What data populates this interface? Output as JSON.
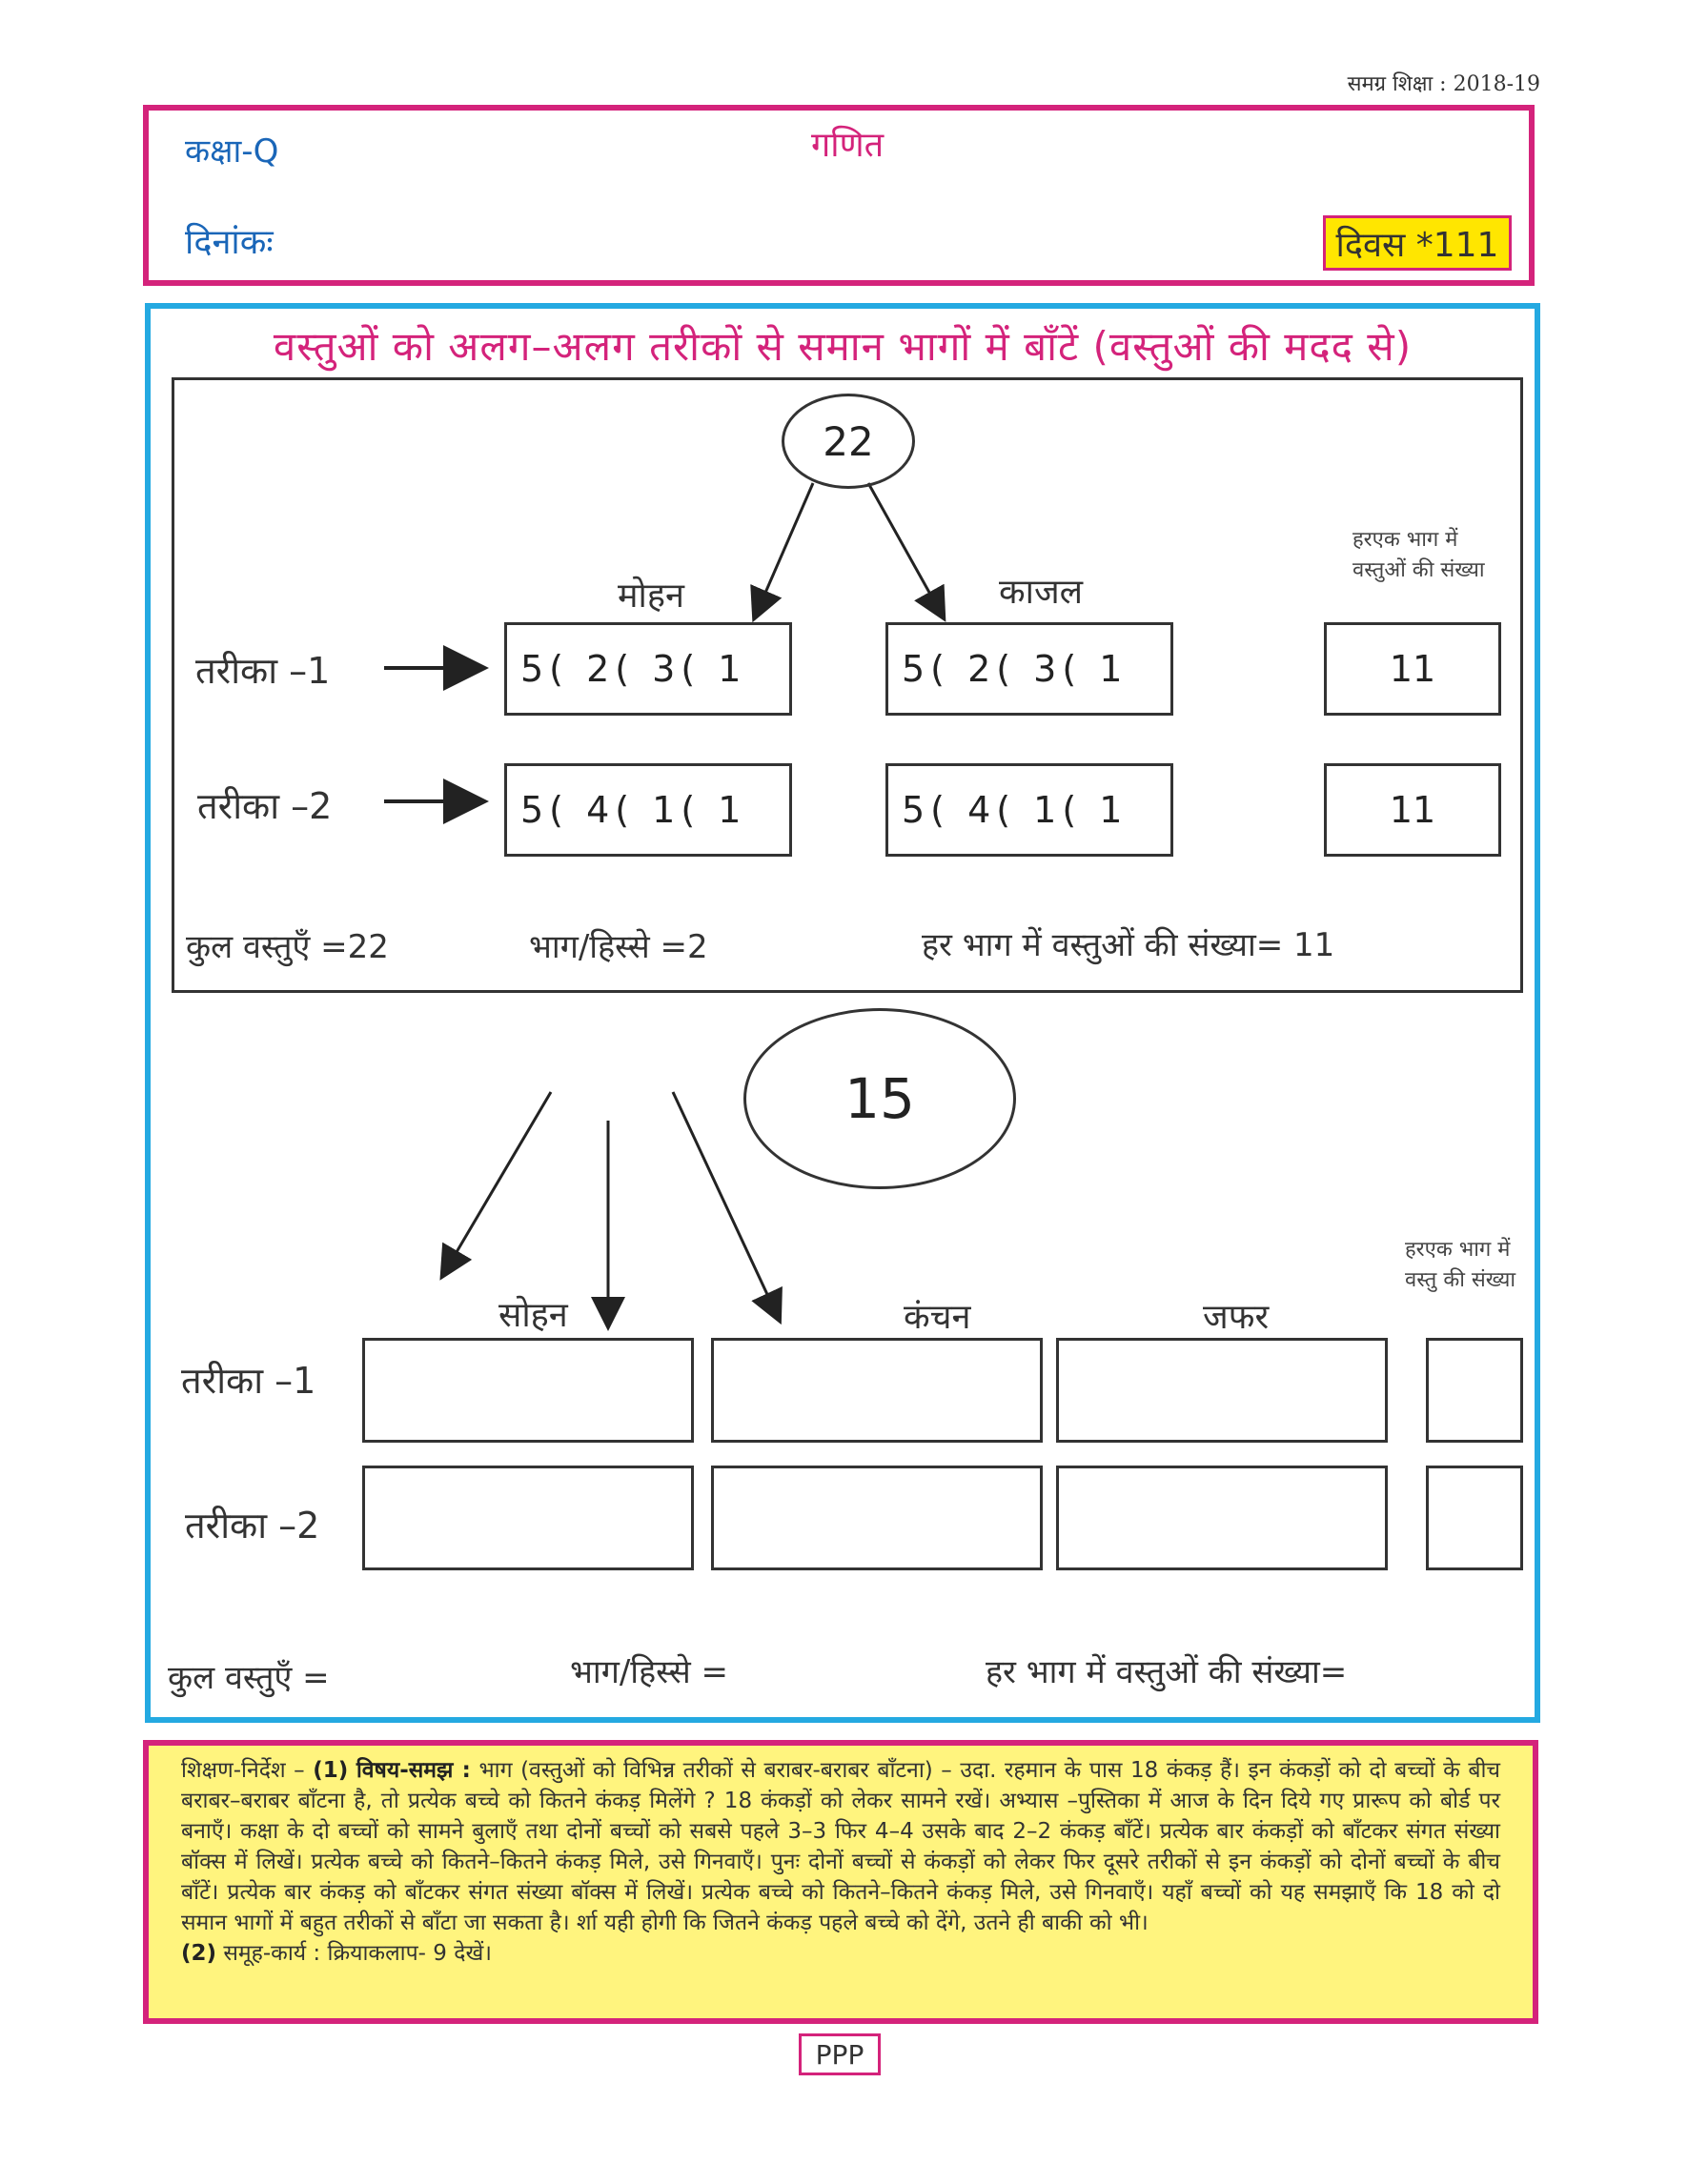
{
  "header": {
    "publication": "समग्र शिक्षा : 2018-19",
    "class_label": "कक्षा-Q",
    "subject": "गणित",
    "date_label": "दिनांकः",
    "day_label": "दिवस *111"
  },
  "activity": {
    "title": "वस्तुओं को अलग–अलग तरीकों से समान भागों में बाँटें (वस्तुओं की मदद से)",
    "example": {
      "total": "22",
      "names": [
        "मोहन",
        "काजल"
      ],
      "caption": "हरएक भाग में वस्तुओं की संख्या",
      "rows": [
        {
          "method": "तरीका –1",
          "a": "5( 2( 3( 1",
          "b": "5( 2( 3( 1",
          "count": "11"
        },
        {
          "method": "तरीका –2",
          "a": "5( 4( 1( 1",
          "b": "5( 4( 1( 1",
          "count": "11"
        }
      ],
      "summary": {
        "total": "कुल वस्तुएँ =22",
        "parts": "भाग/हिस्से =2",
        "per_part": "हर भाग में वस्तुओं की संख्या= 11"
      }
    },
    "exercise": {
      "total": "15",
      "names": [
        "सोहन",
        "कंचन",
        "जफर"
      ],
      "caption": "हरएक भाग में वस्तु की संख्या",
      "methods": [
        "तरीका –1",
        "तरीका –2"
      ],
      "summary": {
        "total": "कुल वस्तुएँ =",
        "parts": "भाग/हिस्से =",
        "per_part": "हर भाग में वस्तुओं की संख्या="
      }
    }
  },
  "guidance": {
    "heading": "शिक्षण-निर्देश – ",
    "p1_num": "(1)",
    "p1_topic": "विषय-समझ :",
    "p1_text": "भाग (वस्तुओं को विभिन्न तरीकों से बराबर-बराबर बाँटना) – उदा. रहमान के पास 18 कंकड़ हैं। इन कंकड़ों को दो बच्चों के बीच बराबर–बराबर बाँटना है, तो प्रत्येक बच्चे को कितने कंकड़ मिलेंगे ? 18 कंकड़ों को लेकर सामने रखें। अभ्यास –पुस्तिका में आज के दिन दिये गए प्रारूप को बोर्ड पर बनाएँ। कक्षा के दो बच्चों को सामने बुलाएँ तथा दोनों बच्चों को सबसे पहले 3–3 फिर 4–4 उसके बाद 2–2 कंकड़ बाँटें। प्रत्येक बार कंकड़ों को बाँटकर संगत संख्या बॉक्स में लिखें। प्रत्येक बच्चे को कितने–कितने कंकड़ मिले, उसे गिनवाएँ। पुनः दोनों बच्चों से कंकड़ों को लेकर फिर दूसरे तरीकों से इन कंकड़ों को दोनों बच्चों के बीच बाँटें। प्रत्येक बार कंकड़ को बाँटकर संगत संख्या बॉक्स में लिखें। प्रत्येक बच्चे को कितने–कितने कंकड़ मिले, उसे गिनवाएँ। यहाँ बच्चों को यह समझाएँ कि 18 को दो समान भागों में बहुत तरीकों से बाँटा जा सकता है। र्शा यही होगी कि जितने कंकड़ पहले बच्चे को देंगे, उतने ही बाकी को भी।",
    "p2_num": "(2)",
    "p2_text": "समूह-कार्य : क्रियाकलाप- 9 देखें।"
  },
  "footer": {
    "page_number": "PPP"
  }
}
